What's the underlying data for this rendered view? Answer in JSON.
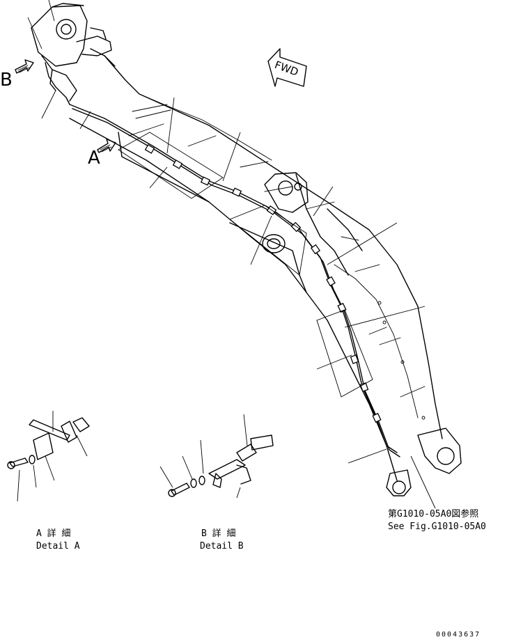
{
  "labels": {
    "view_a": "A",
    "view_b": "B",
    "fwd": "FWD"
  },
  "details": {
    "a_jp": "A 詳 細",
    "a_en": "Detail A",
    "b_jp": "B 詳 細",
    "b_en": "Detail B"
  },
  "reference": {
    "jp": "第G1010-05A0図参照",
    "en": "See Fig.G1010-05A0"
  },
  "doc_number": "00043637"
}
